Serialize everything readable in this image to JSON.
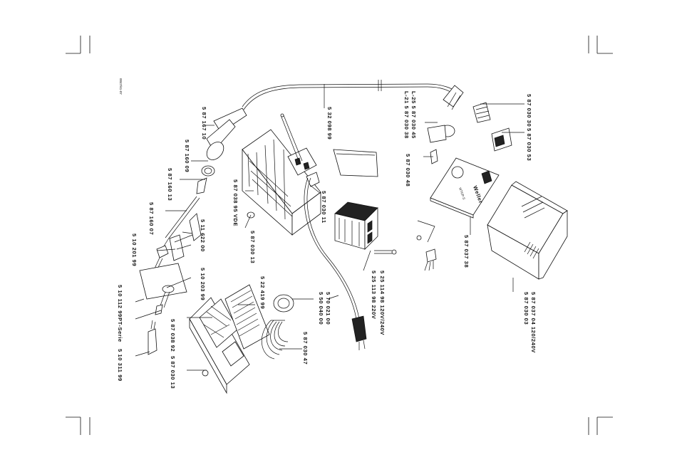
{
  "doc_code": "0047/61-07",
  "brand": "Weller",
  "model": "WTCP-S",
  "labels": {
    "l01": "5 32 098 99",
    "l02": "L-21  5 87 030 38",
    "l03": "L-25  5 87 030 45",
    "l04": "5 87 030 30",
    "l05": "5 87 030 53",
    "l06": "5 87 030 48",
    "l07": "5 87 167 10",
    "l08": "5 87 160 09",
    "l09": "5 87 160 13",
    "l10": "5 87 160 07",
    "l11": "5 87 038 95 VDE",
    "l12": "5 87 030 11",
    "l13": "5 87 030 13",
    "l14": "5 11 622 00",
    "l15": "5 10 201 99",
    "l16": "5 25 113 98  220V",
    "l17": "5 25 114 98  120V/240V",
    "l18": "5 87 037 38",
    "l19": "5 87 030 03",
    "l20": "5 87 037 04  120/240V",
    "l21": "5 10 112 99",
    "l22": "PT-Serie",
    "l23": "5 10 311 99",
    "l24": "5 10 203 99",
    "l25": "5 22 419 99",
    "l26": "5 87 038 92",
    "l27": "5 87 030 13",
    "l28": "5 50 040 00",
    "l29": "5 70 021 00",
    "l30": "5 87 030 47"
  }
}
